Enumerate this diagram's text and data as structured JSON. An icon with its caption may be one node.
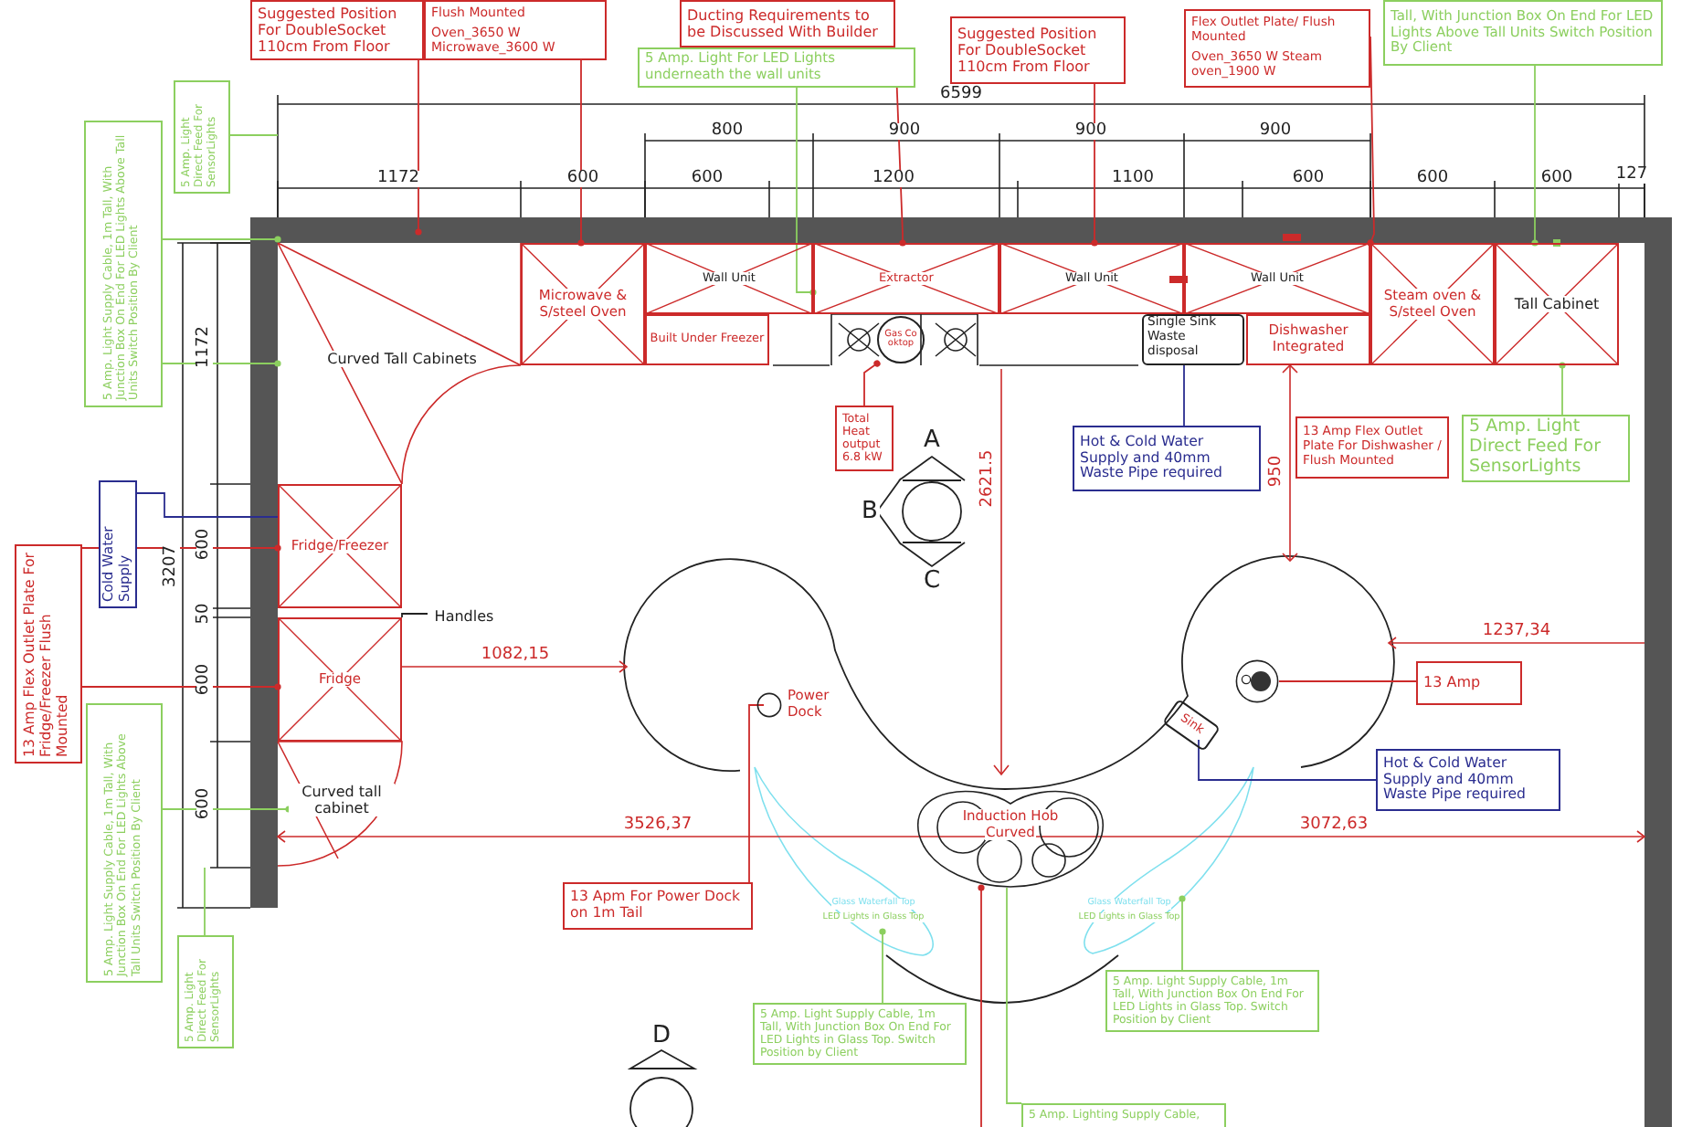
{
  "diagram": {
    "nodes": [
      {
        "text": [
          "Suggested Position For DoubleSocket 110cm From Floor"
        ]
      },
      {
        "text": [
          "Flush Mounted",
          "Oven_3650 W Microwave_3600 W"
        ]
      },
      {
        "text": [
          "Ducting Requirements to be Discussed With Builder"
        ]
      },
      {
        "text": [
          "5 Amp. Light For LED Lights underneath the wall units"
        ]
      },
      {
        "text": [
          "Suggested Position For DoubleSocket 110cm From Floor"
        ]
      },
      {
        "text": [
          "Flex Outlet Plate/ Flush Mounted",
          "Oven_3650 W Steam oven_1900 W"
        ]
      },
      {
        "text": [
          "Tall, With Junction Box On End For LED Lights Above Tall Units Switch Position By Client"
        ]
      },
      {
        "text": [
          "5 Amp. Light Direct Feed For SensorLights"
        ]
      },
      {
        "text": [
          "5 Amp. Light Supply Cable, 1m Tall, With Junction Box On End For LED Lights Above Tall Units Switch Position By Client"
        ]
      },
      {
        "text": [
          "Cold Water Supply"
        ]
      },
      {
        "text": [
          "13 Amp Flex Outlet Plate For Fridge/Freezer Flush Mounted"
        ]
      },
      {
        "text": [
          "5 Amp. Light Supply Cable, 1m Tall, With Junction Box On End For LED Lights Above Tall Units Switch Position By Client"
        ]
      },
      {
        "text": [
          "5 Amp. Light Direct Feed For SensorLights"
        ]
      },
      {
        "text": [
          "Curved Tall Cabinets"
        ]
      },
      {
        "text": [
          "Microwave & S/steel Oven"
        ]
      },
      {
        "text": [
          "Wall Unit"
        ]
      },
      {
        "text": [
          "Built Under Freezer"
        ]
      },
      {
        "text": [
          "Extractor"
        ]
      },
      {
        "text": [
          "Gas Cooktop"
        ]
      },
      {
        "text": [
          "Wall Unit"
        ]
      },
      {
        "text": [
          "Single Sink Waste disposal"
        ]
      },
      {
        "text": [
          "Wall Unit"
        ]
      },
      {
        "text": [
          "Dishwasher Integrated"
        ]
      },
      {
        "text": [
          "Steam oven & S/steel Oven"
        ]
      },
      {
        "text": [
          "Tall Cabinet"
        ]
      },
      {
        "text": [
          "Total Heat output 6.8 kW"
        ]
      },
      {
        "text": [
          "Hot & Cold Water Supply and 40mm Waste Pipe required"
        ]
      },
      {
        "text": [
          "13 Amp Flex Outlet Plate For Dishwasher / Flush Mounted"
        ]
      },
      {
        "text": [
          "5 Amp. Light Direct Feed For SensorLights"
        ]
      },
      {
        "text": [
          "Fridge/Freezer"
        ]
      },
      {
        "text": [
          "Handles"
        ]
      },
      {
        "text": [
          "Fridge"
        ]
      },
      {
        "text": [
          "Curved tall cabinet"
        ]
      },
      {
        "text": [
          "Power Dock"
        ]
      },
      {
        "text": [
          "13 Apm For Power Dock on 1m Tail"
        ]
      },
      {
        "text": [],
        "shape": "circle"
      },
      {
        "text": [
          "13 Amp"
        ]
      },
      {
        "text": [
          "Sink"
        ]
      },
      {
        "text": [
          "Hot & Cold Water Supply and 40mm Waste Pipe required"
        ]
      },
      {
        "text": [
          "Induction Hob",
          "Curved"
        ]
      },
      {
        "text": [
          "Glass Waterfall Top",
          "LED Lights in Glass Top"
        ]
      },
      {
        "text": [
          "Glass Waterfall Top",
          "LED Lights in Glass Top"
        ]
      },
      {
        "text": [
          "5 Amp. Light Supply Cable, 1m Tall, With Junction Box On End For LED Lights in Glass Top. Switch Position by Client"
        ]
      },
      {
        "text": [
          "5 Amp. Light Supply Cable, 1m Tall, With Junction Box On End For LED Lights in Glass Top. Switch Position by Client"
        ]
      },
      {
        "text": [
          "5 Amp. Lighting Supply Cable,"
        ]
      }
    ],
    "edges": [
      {
        "from": 0,
        "to": null,
        "arrow": "other"
      },
      {
        "from": 1,
        "to": 14,
        "arrow": "other"
      },
      {
        "from": 2,
        "to": 17,
        "arrow": "other"
      },
      {
        "from": 3,
        "to": 15,
        "arrow": "other",
        "color": "#8ccf5f"
      },
      {
        "from": 4,
        "to": 19,
        "arrow": "other"
      },
      {
        "from": 5,
        "to": 21,
        "arrow": "other"
      },
      {
        "from": 6,
        "to": 24,
        "arrow": "other",
        "color": "#8ccf5f"
      },
      {
        "from": 7,
        "to": null,
        "arrow": "none",
        "color": "#8ccf5f"
      },
      {
        "from": 8,
        "to": null,
        "arrow": "other",
        "color": "#8ccf5f"
      },
      {
        "from": 8,
        "to": null,
        "arrow": "other",
        "color": "#8ccf5f"
      },
      {
        "from": 9,
        "to": 29,
        "arrow": "none",
        "color": "#2a2d8f"
      },
      {
        "from": 10,
        "to": 29,
        "arrow": "other"
      },
      {
        "from": 10,
        "to": 31,
        "arrow": "other"
      },
      {
        "from": 11,
        "to": 32,
        "arrow": "other",
        "color": "#8ccf5f"
      },
      {
        "from": 12,
        "to": null,
        "arrow": "none",
        "color": "#8ccf5f"
      },
      {
        "from": 25,
        "to": 18,
        "arrow": "other"
      },
      {
        "from": 26,
        "to": 20,
        "arrow": "none",
        "color": "#2a2d8f"
      },
      {
        "from": 28,
        "to": 24,
        "arrow": "other",
        "color": "#8ccf5f"
      },
      {
        "from": 30,
        "to": 31,
        "arrow": "none",
        "color": "#222222"
      },
      {
        "from": 34,
        "to": 33,
        "arrow": "none"
      },
      {
        "from": 36,
        "to": 35,
        "arrow": "none"
      },
      {
        "from": 38,
        "to": 37,
        "arrow": "none",
        "color": "#2a2d8f"
      },
      {
        "from": 42,
        "to": 40,
        "arrow": "other",
        "color": "#8ccf5f"
      },
      {
        "from": 43,
        "to": 41,
        "arrow": "other",
        "color": "#8ccf5f"
      },
      {
        "from": 44,
        "to": 39,
        "arrow": "none",
        "color": "#8ccf5f"
      },
      {
        "from": null,
        "to": 39,
        "arrow": "other"
      }
    ],
    "labels": [
      "6599",
      "800",
      "900",
      "900",
      "900",
      "1172",
      "600",
      "600",
      "1200",
      "1100",
      "600",
      "600",
      "600",
      "127",
      "A",
      "B",
      "C",
      "1172",
      "3207",
      "600",
      "50",
      "600",
      "600",
      "2621.5",
      "950",
      "1082,15",
      "1237,34",
      "3526,37",
      "3072,63",
      "D"
    ]
  }
}
